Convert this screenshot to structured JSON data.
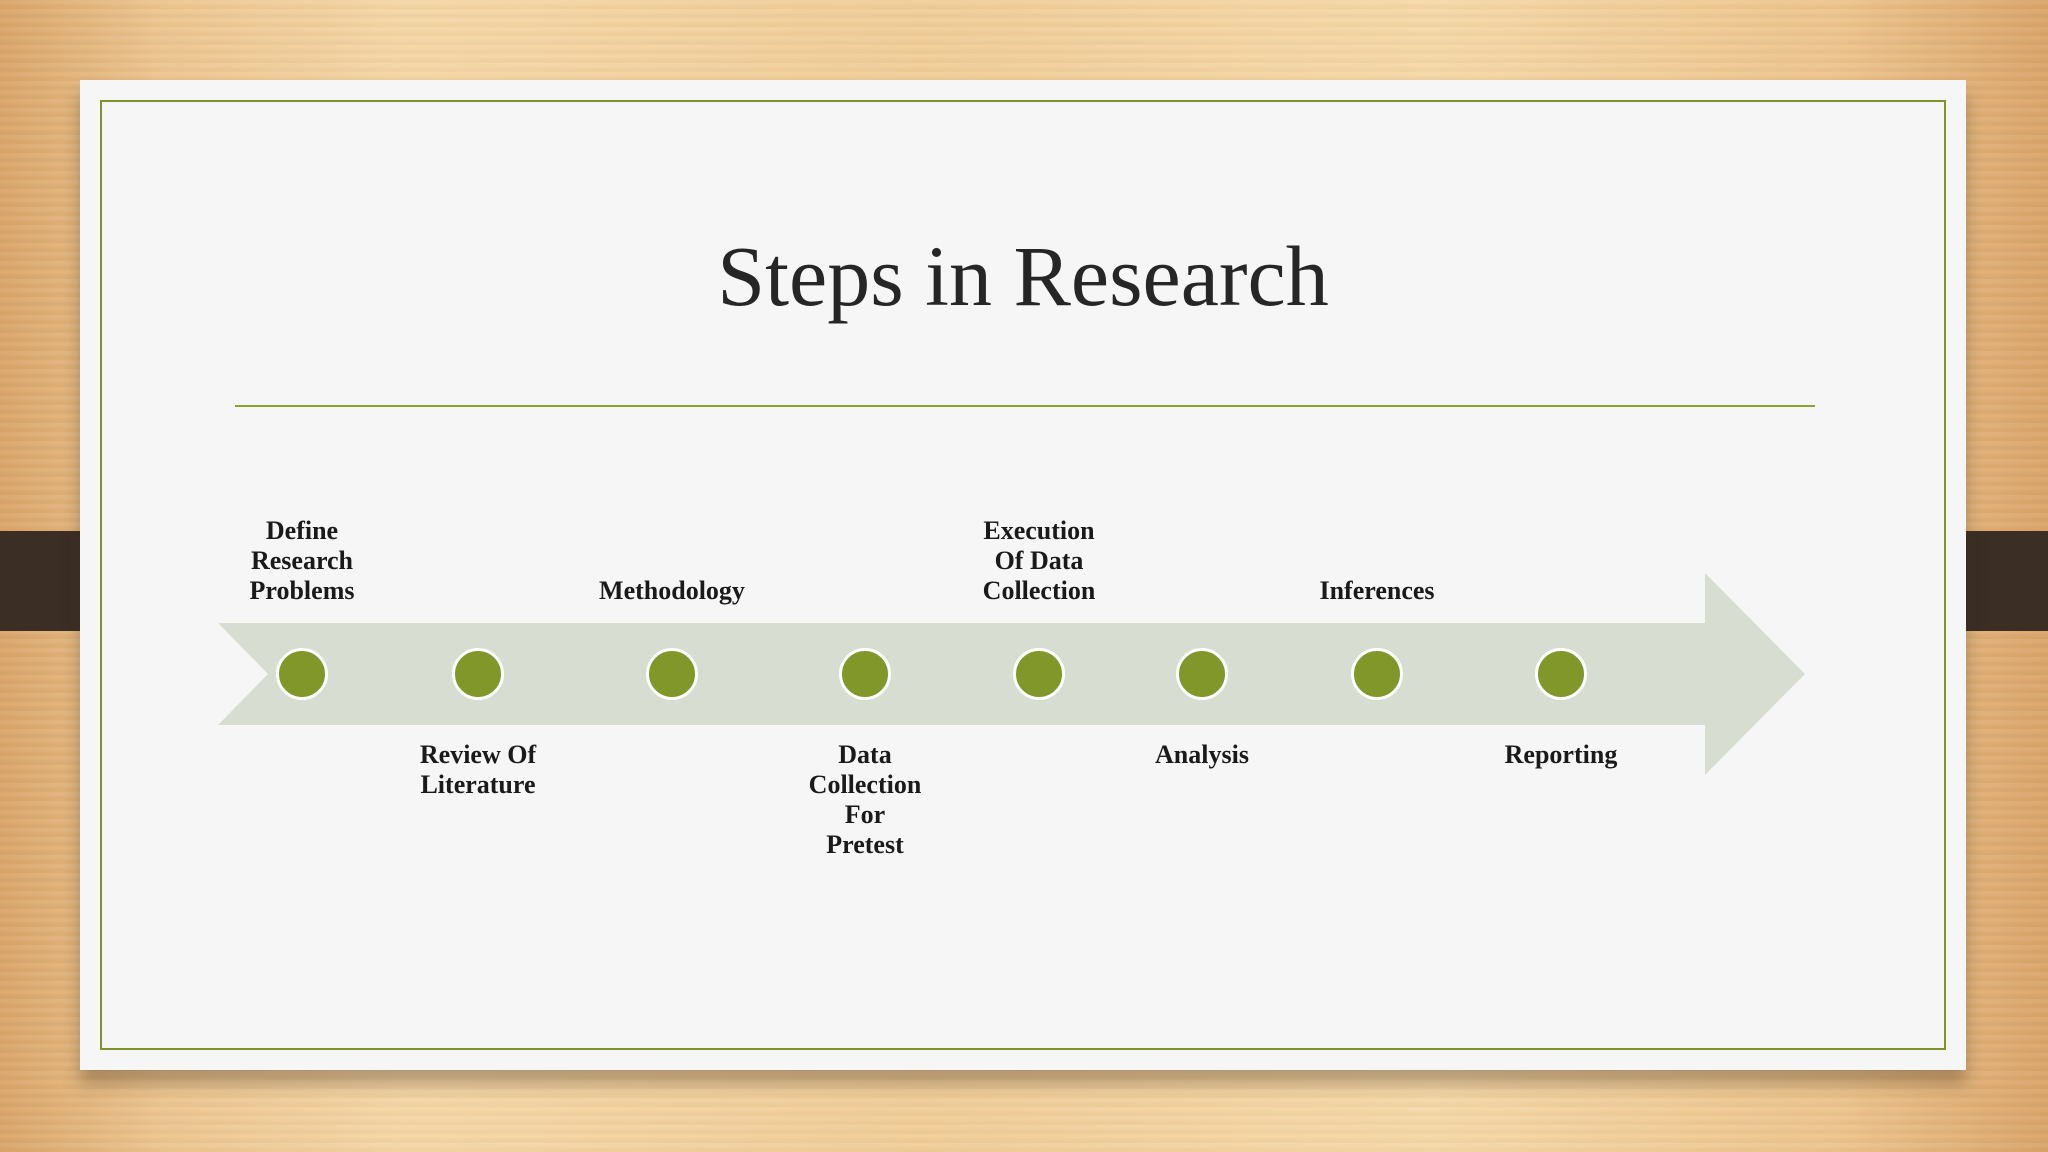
{
  "slide": {
    "title": "Steps in Research",
    "accent_color": "#82972a",
    "steps": [
      {
        "label": "Define\nResearch\nProblems",
        "position": "above"
      },
      {
        "label": "Review Of\nLiterature",
        "position": "below"
      },
      {
        "label": "Methodology",
        "position": "above"
      },
      {
        "label": "Data\nCollection\nFor\nPretest",
        "position": "below"
      },
      {
        "label": "Execution\nOf Data\nCollection",
        "position": "above"
      },
      {
        "label": "Analysis",
        "position": "below"
      },
      {
        "label": "Inferences",
        "position": "above"
      },
      {
        "label": "Reporting",
        "position": "below"
      }
    ]
  }
}
